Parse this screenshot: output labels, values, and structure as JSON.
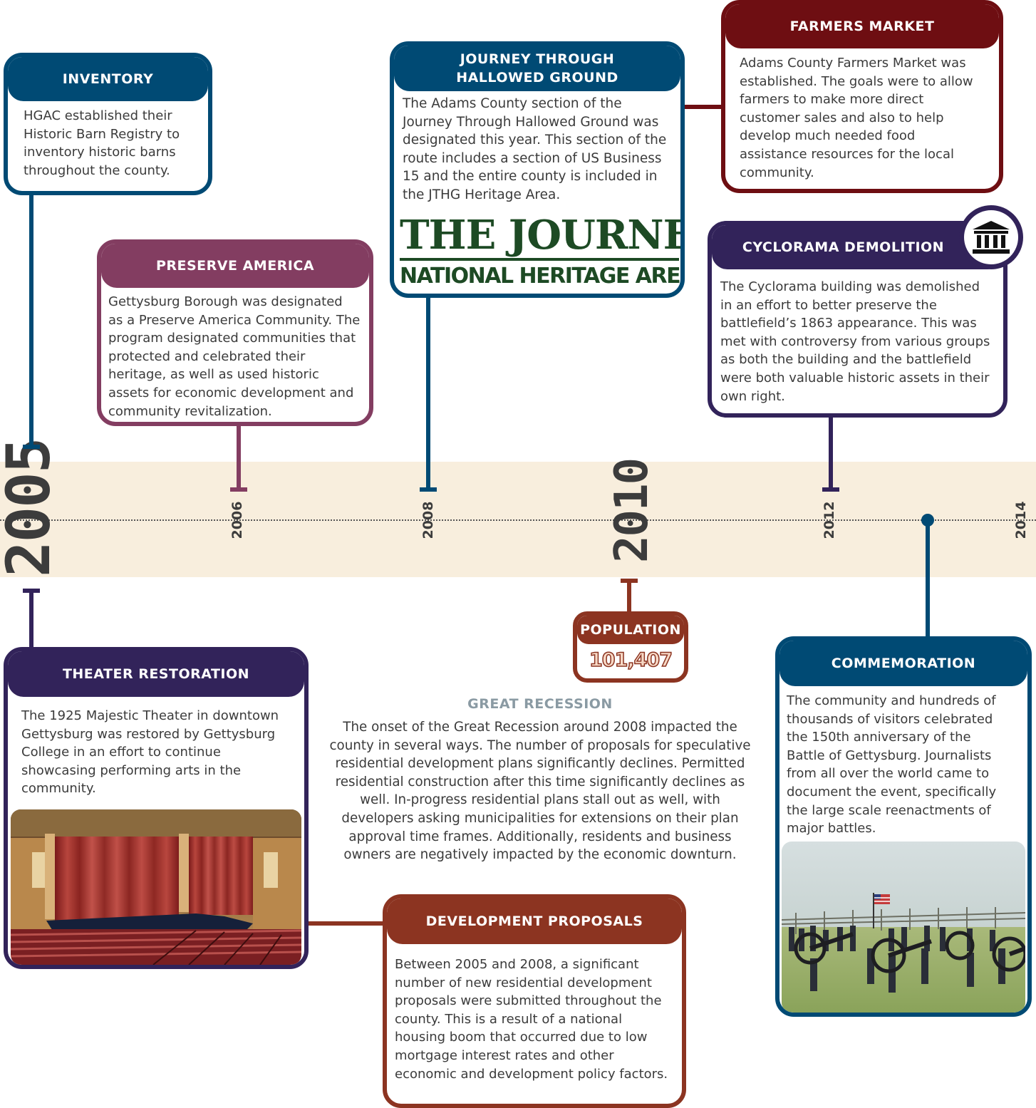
{
  "colors": {
    "navy": "#004a74",
    "plum": "#833d61",
    "maroon": "#6e0e12",
    "indigo": "#32235a",
    "rust": "#8c3421",
    "band": "#f8eedd"
  },
  "years": {
    "y2005": "2005",
    "y2006": "2006",
    "y2008": "2008",
    "y2010": "2010",
    "y2012": "2012",
    "y2014": "2014"
  },
  "events": {
    "inventory": {
      "title": "INVENTORY",
      "body": "HGAC established their Historic Barn Registry to inventory historic barns throughout the county."
    },
    "preserve": {
      "title": "PRESERVE AMERICA",
      "body": "Gettysburg Borough was designated as a Preserve America Community. The program designated communities that protected and celebrated their heritage, as well as used historic assets for economic development and community revitalization."
    },
    "journey": {
      "title": "JOURNEY THROUGH HALLOWED GROUND",
      "body": "The Adams County section of the Journey Through Hallowed Ground was designated this year. This section of the route includes a section of US Business 15 and the entire county is included in the JTHG Heritage Area.",
      "logo_line1": "THE JOURNEY",
      "logo_line2": "NATIONAL HERITAGE AREA"
    },
    "farmers": {
      "title": "FARMERS MARKET",
      "body": "Adams County Farmers Market was established. The goals were to allow farmers to make more direct customer sales and also to help develop much needed food assistance resources for the local community."
    },
    "cyclorama": {
      "title": "CYCLORAMA DEMOLITION",
      "body": "The Cyclorama building was demolished in an effort to better preserve the battlefield’s 1863 appearance. This was met with controversy from various groups as both the building and the battlefield were both valuable historic assets in their own right.",
      "icon": "museum-icon"
    },
    "theater": {
      "title": "THEATER RESTORATION",
      "body": "The 1925 Majestic Theater in downtown Gettysburg was restored by Gettysburg College in an effort to continue showcasing performing arts in the community."
    },
    "population": {
      "title": "POPULATION",
      "value": "101,407"
    },
    "recession": {
      "title": "GREAT RECESSION",
      "body": "The onset of the Great Recession around 2008 impacted the county in several ways. The number of proposals for speculative residential development plans significantly declines. Permitted residential construction after this time significantly declines as well. In-progress residential plans stall out as well, with developers asking municipalities for extensions on their plan approval time frames. Additionally, residents and business owners are negatively impacted by the economic downturn."
    },
    "development": {
      "title": "DEVELOPMENT PROPOSALS",
      "body": "Between 2005 and 2008, a significant number of new residential development proposals were submitted throughout the county. This is a result of a national housing boom that occurred due to low mortgage interest rates and other economic and development policy factors."
    },
    "commemoration": {
      "title": "COMMEMORATION",
      "body": "The community and hundreds of thousands of visitors celebrated the 150th anniversary of the Battle of Gettysburg. Journalists from all over the world came to document the event, specifically the large scale reenactments of major battles."
    }
  }
}
